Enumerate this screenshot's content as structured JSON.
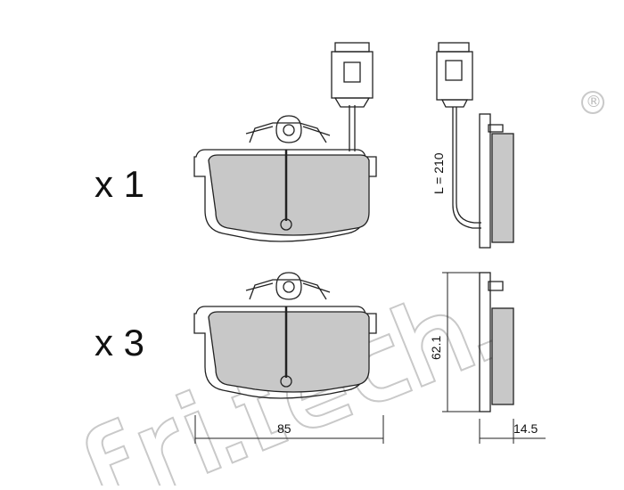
{
  "quantities": {
    "top": "x 1",
    "bottom": "x 3"
  },
  "dimensions": {
    "width": "85",
    "height": "62.1",
    "thickness": "14.5",
    "cable_length": "L = 210"
  },
  "watermark": {
    "brand": "fri.tech.",
    "registered": "®"
  },
  "colors": {
    "pad_fill": "#c8c8c8",
    "line": "#222222",
    "watermark": "#cfcfcf"
  }
}
